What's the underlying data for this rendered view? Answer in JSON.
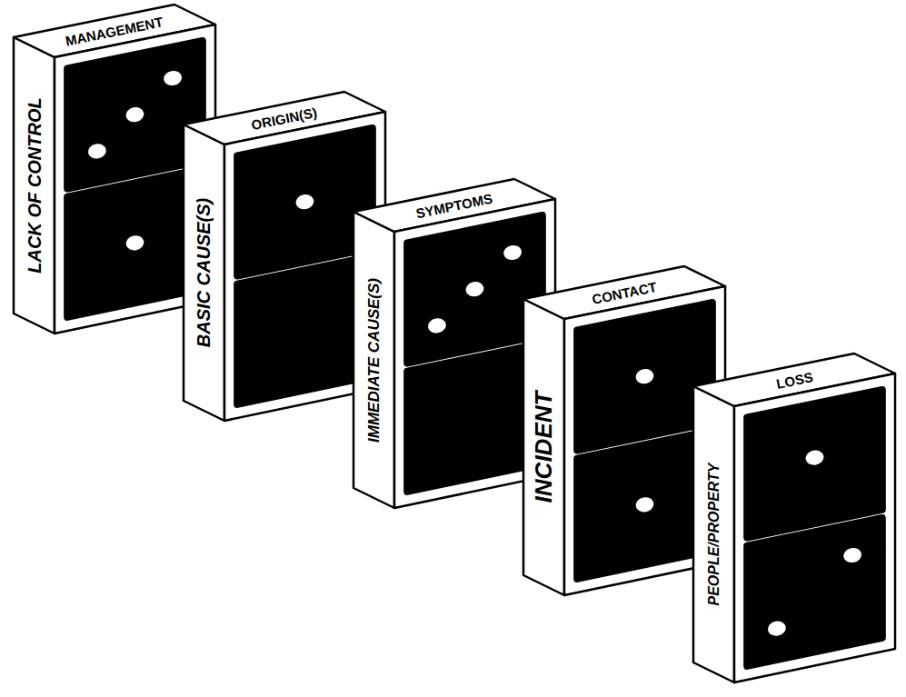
{
  "diagram": {
    "nodes": [
      {
        "text": [
          "MANAGEMENT",
          "LACK OF CONTROL"
        ]
      },
      {
        "text": [
          "ORIGIN(S)",
          "BASIC CAUSE(S)"
        ]
      },
      {
        "text": [
          "SYMPTOMS",
          "IMMEDIATE CAUSE(S)"
        ]
      },
      {
        "text": [
          "CONTACT",
          "INCIDENT"
        ]
      },
      {
        "text": [
          "LOSS",
          "PEOPLE/PROPERTY"
        ]
      }
    ]
  }
}
